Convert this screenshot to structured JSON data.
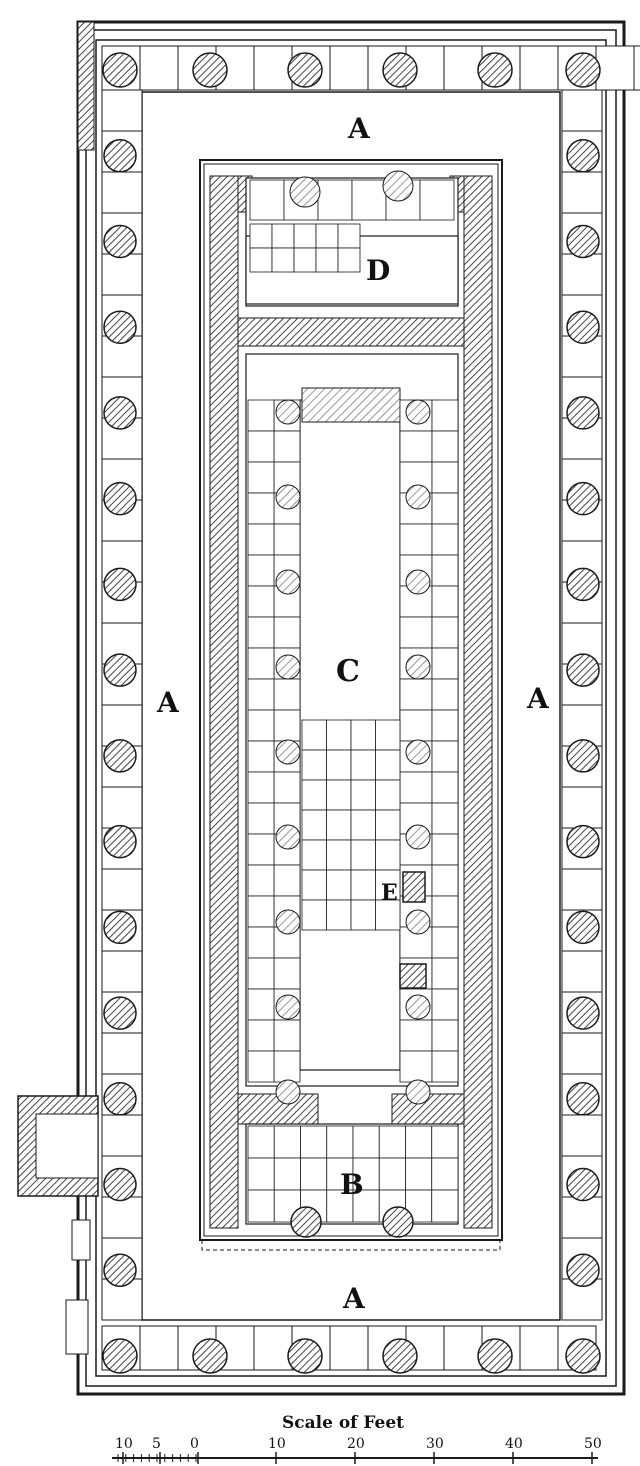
{
  "plan": {
    "labels": {
      "peristyle_north": "A",
      "peristyle_west": "A",
      "peristyle_east": "A",
      "peristyle_south": "A",
      "opisthodomos": "D",
      "cella": "C",
      "pronaos": "B",
      "base": "E"
    }
  },
  "scale": {
    "title": "Scale of Feet",
    "ticks": [
      "10",
      "5",
      "0",
      "10",
      "20",
      "30",
      "40",
      "50"
    ]
  },
  "colors": {
    "ink": "#1a1a1a",
    "hatch": "#555555",
    "paper": "#ffffff"
  }
}
